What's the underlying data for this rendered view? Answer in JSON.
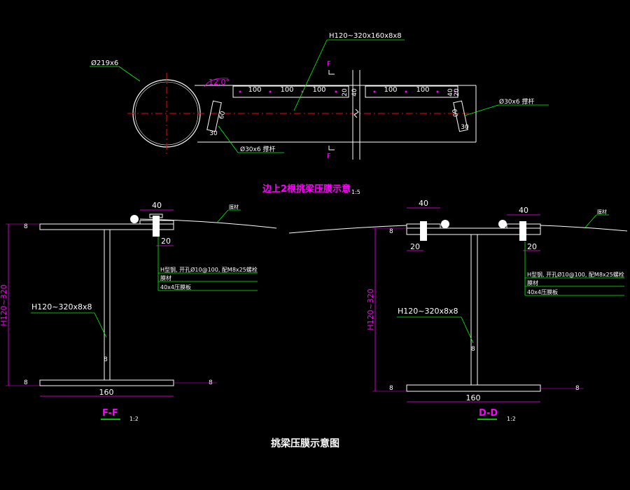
{
  "colors": {
    "background": "#000000",
    "outline": "#ffffff",
    "dimension": "#ff00ff",
    "leader": "#00ff00",
    "centerline": "#ff0000",
    "title": "#ff00ff"
  },
  "plan_view": {
    "title": "边上2根挑梁压膜示意",
    "scale": "1:5",
    "pipe_label": "Ø219x6",
    "beam_label": "H120~320x160x8x8",
    "angle_label": "12.0°",
    "section_mark": "F",
    "rod_label_bottom": "Ø30x6 撑杆",
    "rod_label_right": "Ø30x6 撑杆",
    "dims": {
      "s1": "100",
      "s2": "100",
      "s3": "100",
      "s4": "100",
      "s5": "100",
      "e1": "20",
      "e2": "40",
      "e3": "20",
      "e4": "40",
      "r1": "30",
      "r2": "60",
      "r3": "30",
      "r4": "60"
    }
  },
  "section_ff": {
    "label": "F-F",
    "scale": "1:2",
    "height": "H120~320",
    "beam": "H120~320x8x8",
    "flange_t_top": "8",
    "flange_t_bot": "8",
    "flange_t_bot2": "8",
    "web_t": "8",
    "width": "160",
    "plate_w": "40",
    "bolt_off": "20",
    "membrane": "膜材",
    "notes": [
      "H型钢, 开孔Ø10@100, 配M8x25螺栓",
      "膜材",
      "40x4压膜板"
    ]
  },
  "section_dd": {
    "label": "D-D",
    "scale": "1:2",
    "height": "H120~320",
    "beam": "H120~320x8x8",
    "flange_t_top": "8",
    "flange_t_bot": "8",
    "flange_t_bot2": "8",
    "web_t": "8",
    "width": "160",
    "plate_w_left": "40",
    "plate_w_right": "40",
    "bolt_off_left": "20",
    "bolt_off_right": "20",
    "membrane": "膜材",
    "notes": [
      "H型钢, 开孔Ø10@100, 配M8x25螺栓",
      "膜材",
      "40x4压膜板"
    ]
  },
  "main_title": "挑梁压膜示意图"
}
